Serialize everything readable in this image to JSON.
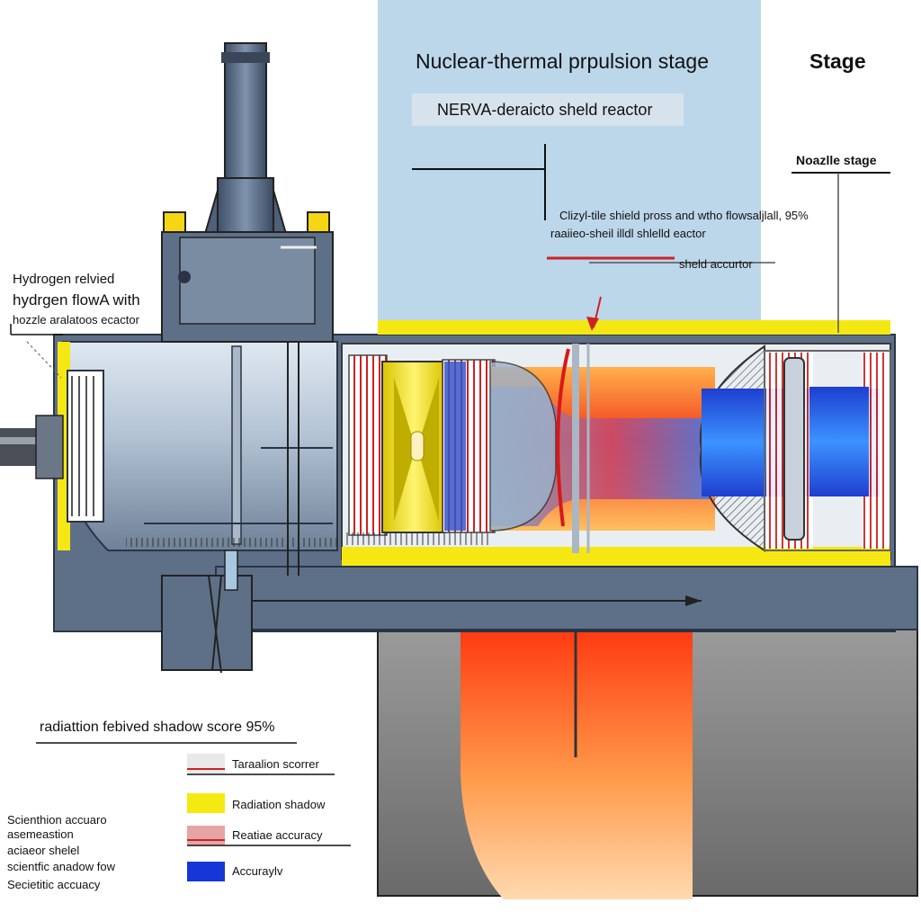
{
  "header": {
    "title": "Nuclear-thermal prpulsion stage",
    "corner_label": "Stage",
    "reactor_label": "NERVA-deraicto sheld reactor"
  },
  "callouts": {
    "nozzle_stage": "Noazlle stage",
    "shield_note_line1": "Clizyl-tile shield pross and wtho flowsaljlall, 95%",
    "shield_note_line2": "raaiieo-sheil illdl shlelld eactor",
    "shield_note_line3": "sheld accurtor",
    "hydrogen_line1": "Hydrogen relvied",
    "hydrogen_line2": "hydrgen flowA with",
    "hydrogen_line3": "hozzle aralatoos ecactor"
  },
  "shadow_score": "radiattion febived shadow score  95%",
  "legend": [
    {
      "label": "Taraalion scorrer",
      "color": "#e8e8e8",
      "accent": "#cc2222"
    },
    {
      "label": "Radiation shadow",
      "color": "#f5ea10",
      "accent": ""
    },
    {
      "label": "Reatiae accuracy",
      "color": "#e6a5a5",
      "accent": "#cc2222"
    },
    {
      "label": "Accuraylv",
      "color": "#1636d8",
      "accent": ""
    }
  ],
  "notes": [
    "Scienthion accuaro",
    "asemeastion",
    "aciaeor shelel",
    "scientfic anadow fow",
    "Secietitic accuacy"
  ],
  "colors": {
    "panel_blue": "#bcd7ea",
    "steel": "#5e7088",
    "hot_red": "#f23a1a",
    "hot_orange": "#ffa050",
    "cold_blue": "#1a5ae8",
    "yellow": "#f5e812",
    "shadow_gray": "#8c8c8c"
  }
}
